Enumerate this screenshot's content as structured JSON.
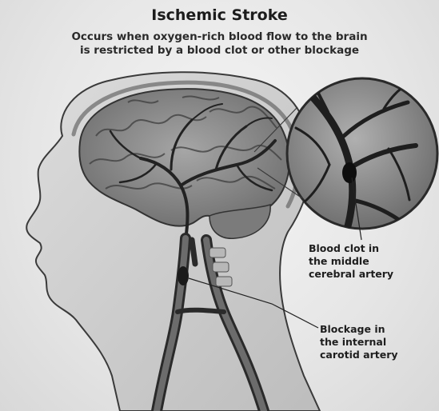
{
  "diagram": {
    "title": "Ischemic Stroke",
    "subtitle_lines": [
      "Occurs when oxygen-rich blood flow to the brain",
      "is restricted by a blood clot or other blockage"
    ],
    "callouts": {
      "clot_lines": [
        "Blood clot in",
        "the middle",
        "cerebral artery"
      ],
      "blockage_lines": [
        "Blockage in",
        "the internal",
        "carotid artery"
      ]
    }
  },
  "colors": {
    "skin": "#cfcfcf",
    "brain": "#8e8e8e",
    "vessel": "#2e2e2e",
    "outline": "#3a3a3a",
    "inset_bg": "#9a9a9a"
  }
}
